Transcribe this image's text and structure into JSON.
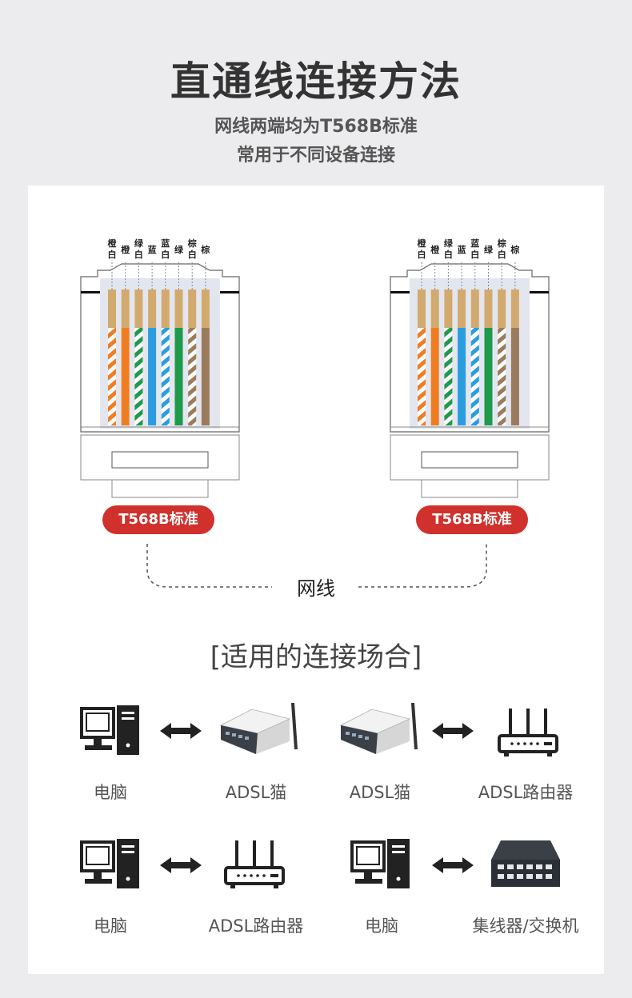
{
  "header": {
    "title": "直通线连接方法",
    "subtitle_1": "网线两端均为T568B标准",
    "subtitle_2": "常用于不同设备连接"
  },
  "connectors": {
    "wire_labels": [
      [
        "橙",
        "白"
      ],
      [
        "橙",
        ""
      ],
      [
        "绿",
        "白"
      ],
      [
        "蓝",
        ""
      ],
      [
        "蓝",
        "白"
      ],
      [
        "绿",
        ""
      ],
      [
        "棕",
        "白"
      ],
      [
        "棕",
        ""
      ]
    ],
    "wire_colors": [
      "#f07d22",
      "#f07d22",
      "#1e9a4a",
      "#2a9de0",
      "#2a9de0",
      "#1e9a4a",
      "#9b7b5c",
      "#9b7b5c"
    ],
    "wire_striped": [
      true,
      false,
      true,
      false,
      true,
      false,
      true,
      false
    ],
    "left_badge": "T568B标准",
    "right_badge": "T568B标准",
    "cable_label": "网线"
  },
  "scenarios": {
    "title": "[适用的连接场合]",
    "row1_left": {
      "a": "电脑",
      "b": "ADSL猫"
    },
    "row1_right": {
      "a": "ADSL猫",
      "b": "ADSL路由器"
    },
    "row2_left": {
      "a": "电脑",
      "b": "ADSL路由器"
    },
    "row2_right": {
      "a": "电脑",
      "b": "集线器/交换机"
    }
  },
  "colors": {
    "badge": "#d0312d",
    "contact": "#d2aa6e"
  }
}
